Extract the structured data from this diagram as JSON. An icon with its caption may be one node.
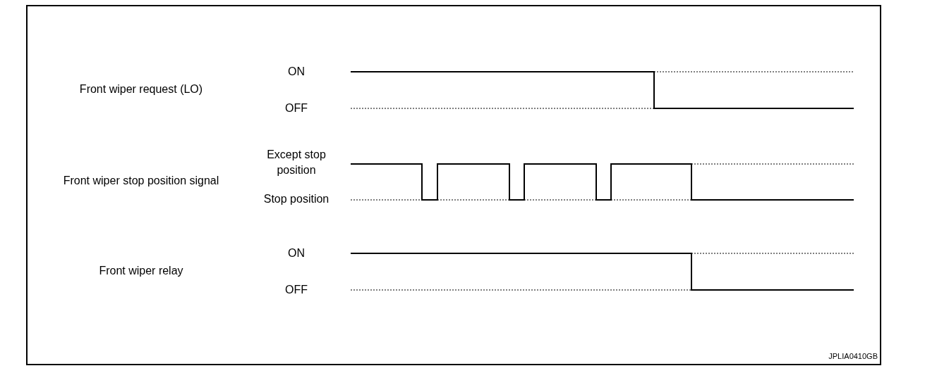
{
  "diagram": {
    "labels": [
      "ON",
      "Front wiper request (LO)",
      "OFF",
      "Except stop position",
      "Front wiper stop position signal",
      "Stop position",
      "ON",
      "Front wiper relay",
      "OFF",
      "JPLIA0410GB"
    ]
  }
}
